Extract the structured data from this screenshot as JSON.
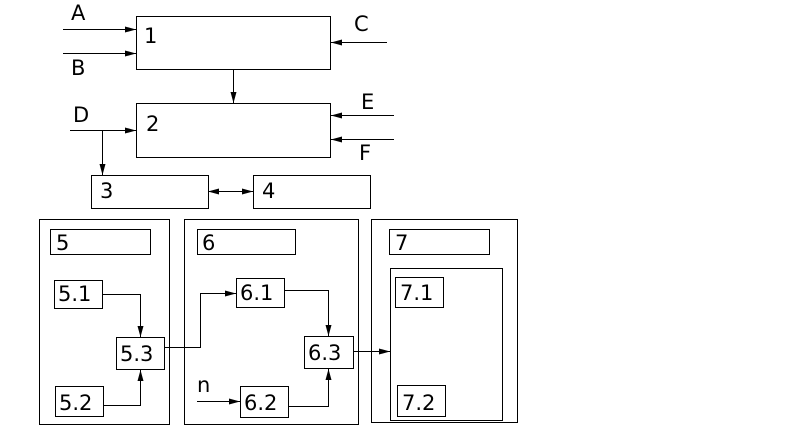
{
  "inputs": {
    "a": "A",
    "b": "B",
    "c": "C",
    "d": "D",
    "e": "E",
    "f": "F",
    "n": "n"
  },
  "blocks": {
    "b1": "1",
    "b2": "2",
    "b3": "3",
    "b4": "4",
    "b5": "5",
    "b6": "6",
    "b7": "7"
  },
  "sub": {
    "s51": "5.1",
    "s52": "5.2",
    "s53": "5.3",
    "s61": "6.1",
    "s62": "6.2",
    "s63": "6.3",
    "s71": "7.1",
    "s72": "7.2"
  }
}
